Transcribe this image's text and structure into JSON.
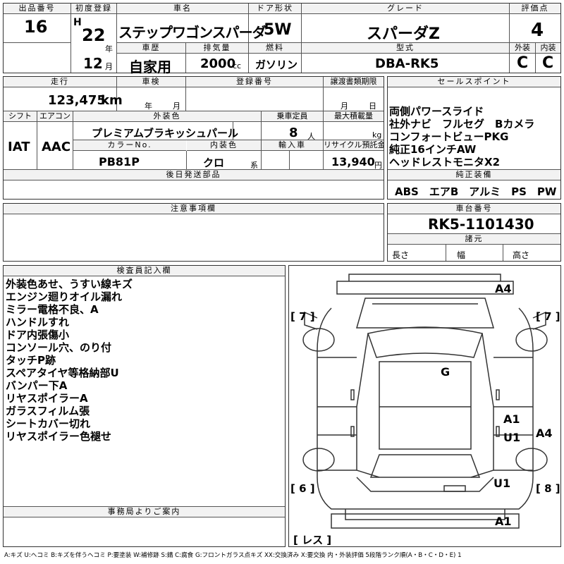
{
  "headers": {
    "lot_no": "出品番号",
    "first_reg": "初度登録",
    "car_name": "車名",
    "door": "ドア形状",
    "grade": "グレード",
    "score": "評価点",
    "history": "車歴",
    "displacement": "排気量",
    "fuel": "燃料",
    "model_code": "型式",
    "exterior": "外装",
    "interior": "内装",
    "mileage": "走行",
    "inspection": "車検",
    "registration": "登録番号",
    "transfer": "譲渡書類期限",
    "sales_point": "セールスポイント",
    "shift": "シフト",
    "aircon": "エアコン",
    "ext_color": "外装色",
    "capacity": "乗車定員",
    "max_load": "最大積載量",
    "color_no": "カラーNo.",
    "int_color": "内装色",
    "import": "輸入車",
    "recycle": "リサイクル預託金",
    "later_parts": "後日発送部品",
    "standard_equipment": "純正装備",
    "notes": "注意事項欄",
    "chassis_no": "車台番号",
    "specs": "諸元",
    "inspector": "検査員記入欄",
    "office": "事務局よりご案内"
  },
  "lot": {
    "number": "16"
  },
  "first_registration": {
    "era": "H",
    "year": "22",
    "year_unit": "年",
    "month": "12",
    "month_unit": "月"
  },
  "car": {
    "name": "ステップワゴンスパーダ",
    "door": "5W",
    "grade": "スパーダZ",
    "history": "自家用",
    "displacement": "2000",
    "displacement_unit": "cc",
    "fuel": "ガソリン",
    "model_code": "DBA-RK5"
  },
  "score": {
    "overall": "4",
    "exterior": "C",
    "interior": "C"
  },
  "mileage": {
    "value": "123,475",
    "unit": "km"
  },
  "inspection": {
    "year_unit": "年",
    "month_unit": "月"
  },
  "transfer": {
    "month_unit": "月",
    "day_unit": "日"
  },
  "shift": "IAT",
  "aircon": "AAC",
  "ext_color": "プレミアムブラキッシュパール",
  "capacity": {
    "value": "8",
    "unit": "人"
  },
  "max_load": {
    "unit": "kg"
  },
  "color_no": "PB81P",
  "int_color": {
    "value": "クロ",
    "suffix": "系"
  },
  "recycle": {
    "value": "13,940",
    "unit": "円"
  },
  "sales_points": [
    "両側パワースライド",
    "社外ナビ　フルセグ　Bカメラ",
    "コンフォートビューPKG",
    "純正16インチAW",
    "ヘッドレストモニタX2"
  ],
  "standard_equipment": "ABS　エアB　アルミ　PS　PW",
  "chassis_no": "RK5-1101430",
  "specs": {
    "length": "長さ",
    "width": "幅",
    "height": "高さ"
  },
  "inspector_notes": [
    "外装色あせ、うすい線キズ",
    "エンジン廻りオイル漏れ",
    "ミラー電格不良、A",
    "ハンドルすれ",
    "ドア内張傷小",
    "コンソール穴、のり付",
    "タッチP跡",
    "スペアタイヤ等格納部U",
    "バンパー下A",
    "リヤスポイラーA",
    "ガラスフィルム張",
    "シートカバー切れ",
    "リヤスポイラー色褪せ"
  ],
  "diagram": {
    "marks": {
      "front_bumper": "A4",
      "roof": "G",
      "right_rear": "A1",
      "right_rear_2": "U1",
      "right_corner": "A4",
      "right_bottom": "U1",
      "rear_bumper": "A1"
    },
    "tires": {
      "front_left": "[ 7 ]",
      "front_right": "[ 7 ]",
      "rear_left": "[ 6 ]",
      "rear_right": "[ 8 ]",
      "spare": "[ レス ]"
    }
  },
  "legend": "A:キズ U:ヘコミ B:キズを伴うヘコミ P:要塗装 W:補修跡 S:錆 C:腐食 G:フロントガラス点キズ XX:交換済み X:要交換 内・外装評価 5段階ランク順(A・B・C・D・E) 1"
}
